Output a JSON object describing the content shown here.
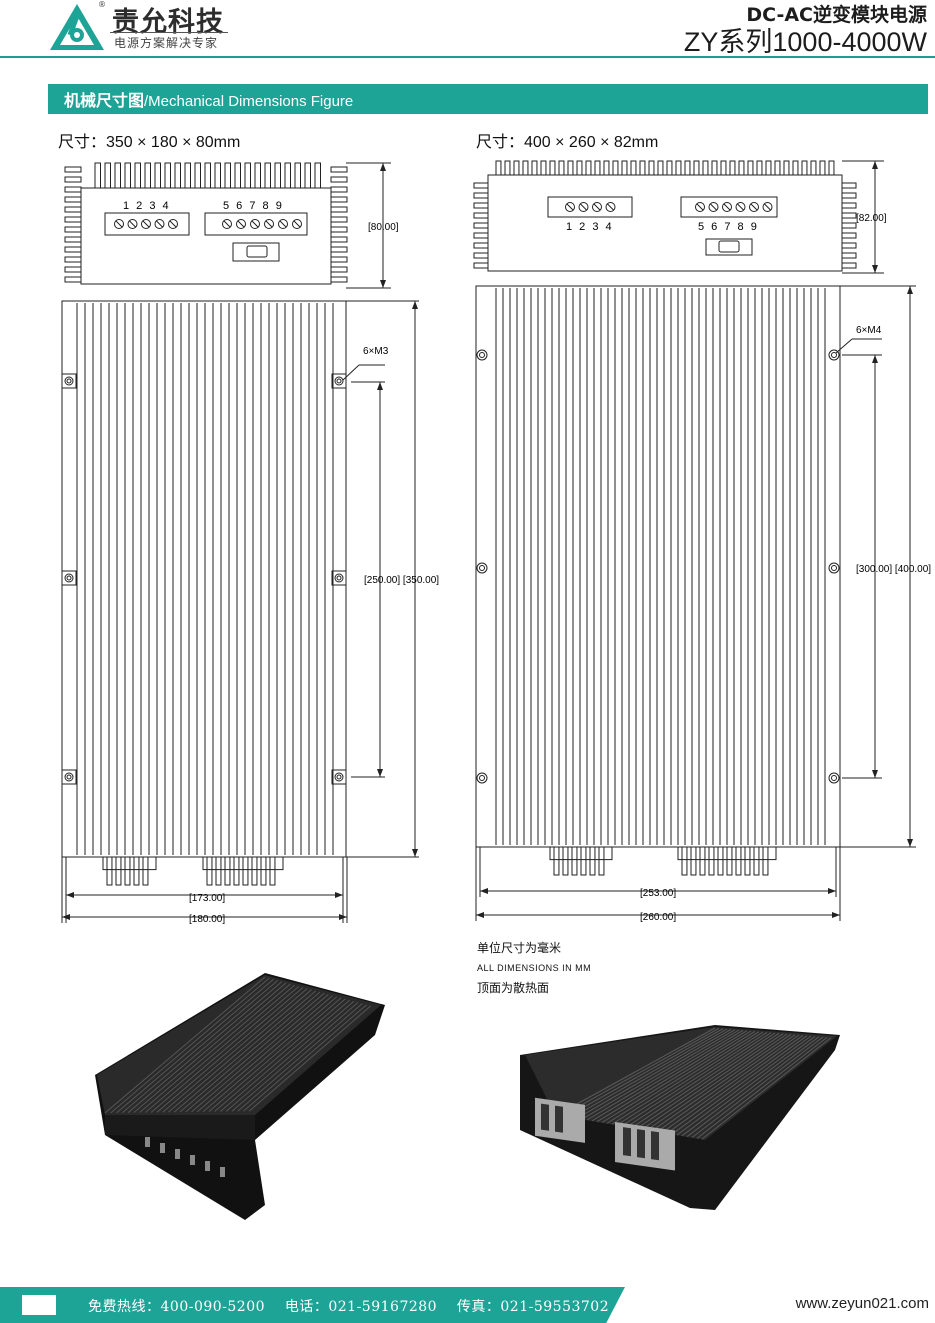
{
  "header": {
    "brand_name": "责允科技",
    "brand_tagline": "电源方案解决专家",
    "registered_mark": "®",
    "product_line1": "DC-AC逆变模块电源",
    "product_line2": "ZY系列1000-4000W"
  },
  "section": {
    "title_cn": "机械尺寸图",
    "title_en": "/Mechanical Dimensions Figure"
  },
  "left_figure": {
    "size_label": "尺寸：350 × 180 × 80mm",
    "terminal_group1": "1 2 3 4",
    "terminal_group2": "5 6 7 8 9",
    "dim_height": "[80.00]",
    "mount_label": "6×M3",
    "dim_length": "[250.00] [350.00]",
    "dim_inner_width": "[173.00]",
    "dim_outer_width": "[180.00]"
  },
  "right_figure": {
    "size_label": "尺寸：400 × 260 × 82mm",
    "terminal_group1": "1 2 3 4",
    "terminal_group2": "5 6 7 8 9",
    "dim_height": "[82.00]",
    "mount_label": "6×M4",
    "dim_length": "[300.00] [400.00]",
    "dim_inner_width": "[253.00]",
    "dim_outer_width": "[260.00]"
  },
  "notes": {
    "line1": "单位尺寸为毫米",
    "line2": "ALL DIMENSIONS IN MM",
    "line3": "顶面为散热面"
  },
  "footer": {
    "hotline": "免费热线：400-090-5200",
    "phone": "电话：021-59167280",
    "fax": "传真：021-59553702",
    "website": "www.zeyun021.com"
  },
  "colors": {
    "accent": "#1ea497",
    "text_dark": "#222222",
    "product_black": "#1a1a1a"
  }
}
